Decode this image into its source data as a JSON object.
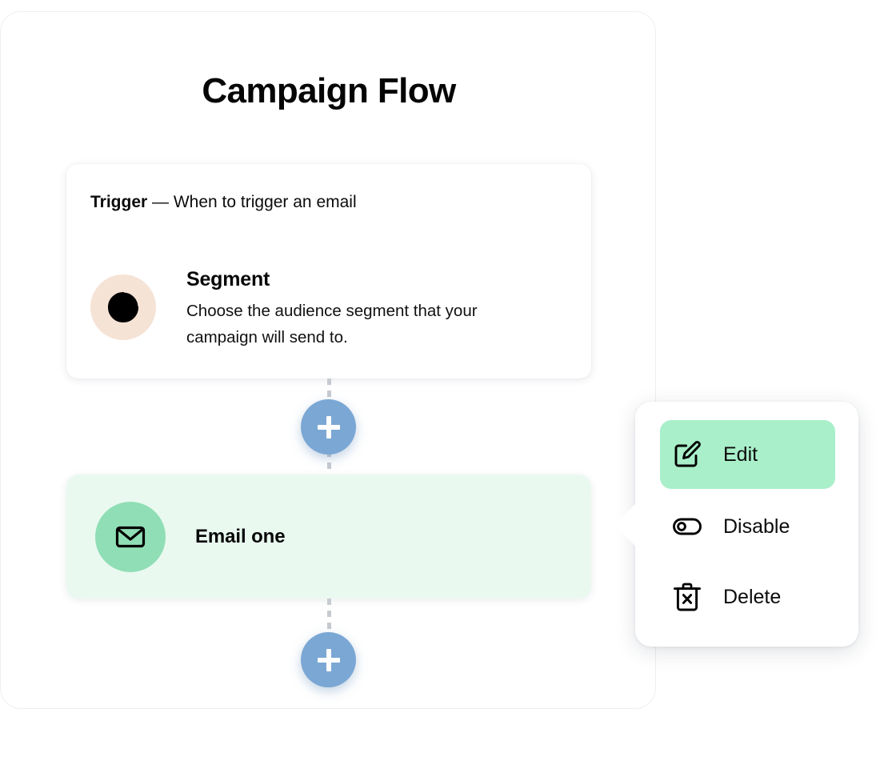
{
  "page": {
    "title": "Campaign Flow",
    "background_color": "#FFFFFF"
  },
  "trigger_card": {
    "label_strong": "Trigger",
    "label_rest": " — When to trigger an email",
    "step": {
      "icon": "pie-chart-icon",
      "icon_circle_color": "#F5E3D6",
      "title": "Segment",
      "description": "Choose the audience segment that your campaign will send to."
    }
  },
  "connectors": {
    "add_button_label": "+",
    "add_button_color": "#7BA7D4",
    "line_color": "#C7CBD1"
  },
  "email_card": {
    "icon": "envelope-icon",
    "icon_circle_color": "#90DEB5",
    "card_color": "#E9F9F0",
    "title": "Email one"
  },
  "context_menu": {
    "highlight_color": "#A9EFC9",
    "items": [
      {
        "icon": "edit-pencil-icon",
        "label": "Edit",
        "selected": true
      },
      {
        "icon": "toggle-off-icon",
        "label": "Disable",
        "selected": false
      },
      {
        "icon": "trash-delete-icon",
        "label": "Delete",
        "selected": false
      }
    ]
  }
}
